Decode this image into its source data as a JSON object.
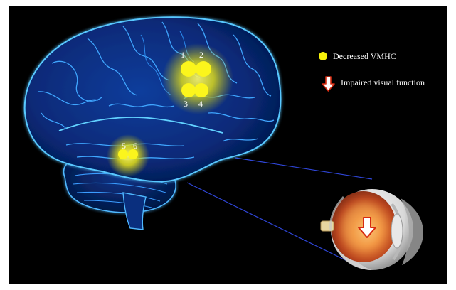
{
  "regions": [
    {
      "label": "1"
    },
    {
      "label": "2"
    },
    {
      "label": "3"
    },
    {
      "label": "4"
    },
    {
      "label": "5"
    },
    {
      "label": "6"
    }
  ],
  "legend": {
    "vmhc_label": "Decreased VMHC",
    "visual_label": "Impaired visual function"
  },
  "colors": {
    "background": "#000000",
    "brain": "#1f6fe0",
    "brain_glow": "#53c8ff",
    "highlight": "#f7f20a",
    "connector": "#2f46d8",
    "arrow": "#ffffff",
    "arrow_outline": "#d62a10"
  }
}
